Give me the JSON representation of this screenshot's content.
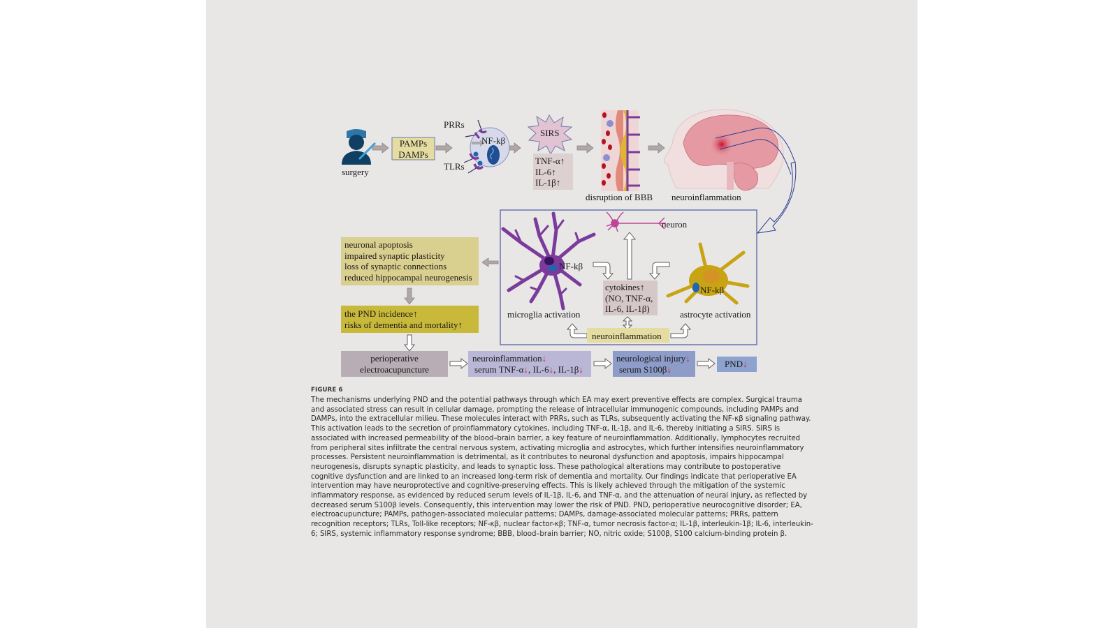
{
  "figure": {
    "label": "FIGURE 6",
    "top_row": {
      "surgery": "surgery",
      "pamps": "PAMPs",
      "damps": "DAMPs",
      "prrs": "PRRs",
      "tlrs": "TLRs",
      "nfkb": "NF-kβ",
      "sirs": "SIRS",
      "cytokines": [
        "TNF-α↑",
        "IL-6↑",
        "IL-1β↑"
      ],
      "bbb": "disruption of BBB",
      "neuroinflammation": "neuroinflammation"
    },
    "glia_panel": {
      "neuron": "neuron",
      "microglia_nfkb": "NF-kβ",
      "astrocyte_nfkb": "NF-kβ",
      "microglia": "microglia activation",
      "astrocyte": "astrocyte activation",
      "cytokines_lines": [
        "cytokines↑",
        "(NO, TNF-α,",
        "IL-6, IL-1β)"
      ],
      "neuroinflammation": "neuroinflammation"
    },
    "consequences": [
      "neuronal apoptosis",
      "impaired synaptic plasticity",
      "loss of synaptic connections",
      "reduced hippocampal neurogenesis"
    ],
    "risks": [
      "the PND incidence↑",
      "risks of dementia and mortality↑"
    ],
    "ea_pathway": {
      "ea": [
        "perioperative",
        "electroacupuncture"
      ],
      "neuro_title": "neuroinflammation",
      "serum_prefix": "serum TNF-α",
      "il6": ", IL-6",
      "il1b": ", IL-1β",
      "injury_title": "neurological injury",
      "s100": "serum S100β",
      "pnd": "PND",
      "down_arrow": "↓"
    },
    "colors": {
      "page_bg": "#e9e6e6",
      "pamps_box": "#e4dca0",
      "consequence_box": "#d9cf8f",
      "risk_box": "#c8b93a",
      "cytokine_box": "#d6c8c8",
      "ea_box": "#b8adb4",
      "neuro_box": "#b9b6d6",
      "injury_box": "#8e9cc9",
      "pnd_box": "#8da2cf",
      "down_arrow": "#d0202a",
      "microglia": "#7a3b9a",
      "astrocyte": "#c8a415",
      "neuron": "#c0449a",
      "panel_border": "#4a5aa0"
    }
  },
  "caption": "The mechanisms underlying PND and the potential pathways through which EA may exert preventive effects are complex. Surgical trauma and associated stress can result in cellular damage, prompting the release of intracellular immunogenic compounds, including PAMPs and DAMPs, into the extracellular milieu. These molecules interact with PRRs, such as TLRs, subsequently activating the NF-κβ signaling pathway. This activation leads to the secretion of proinflammatory cytokines, including TNF-α, IL-1β, and IL-6, thereby initiating a SIRS. SIRS is associated with increased permeability of the blood–brain barrier, a key feature of neuroinflammation. Additionally, lymphocytes recruited from peripheral sites infiltrate the central nervous system, activating microglia and astrocytes, which further intensifies neuroinflammatory processes. Persistent neuroinflammation is detrimental, as it contributes to neuronal dysfunction and apoptosis, impairs hippocampal neurogenesis, disrupts synaptic plasticity, and leads to synaptic loss. These pathological alterations may contribute to postoperative cognitive dysfunction and are linked to an increased long-term risk of dementia and mortality. Our findings indicate that perioperative EA intervention may have neuroprotective and cognitive-preserving effects. This is likely achieved through the mitigation of the systemic inflammatory response, as evidenced by reduced serum levels of IL-1β, IL-6, and TNF-α, and the attenuation of neural injury, as reflected by decreased serum S100β levels. Consequently, this intervention may lower the risk of PND. PND, perioperative neurocognitive disorder; EA, electroacupuncture; PAMPs, pathogen-associated molecular patterns; DAMPs, damage-associated molecular patterns; PRRs, pattern recognition receptors; TLRs, Toll-like receptors; NF-κβ, nuclear factor-κβ; TNF-α, tumor necrosis factor-α; IL-1β, interleukin-1β; IL-6, interleukin-6; SIRS, systemic inflammatory response syndrome; BBB, blood–brain barrier; NO, nitric oxide; S100β, S100 calcium-binding protein β."
}
